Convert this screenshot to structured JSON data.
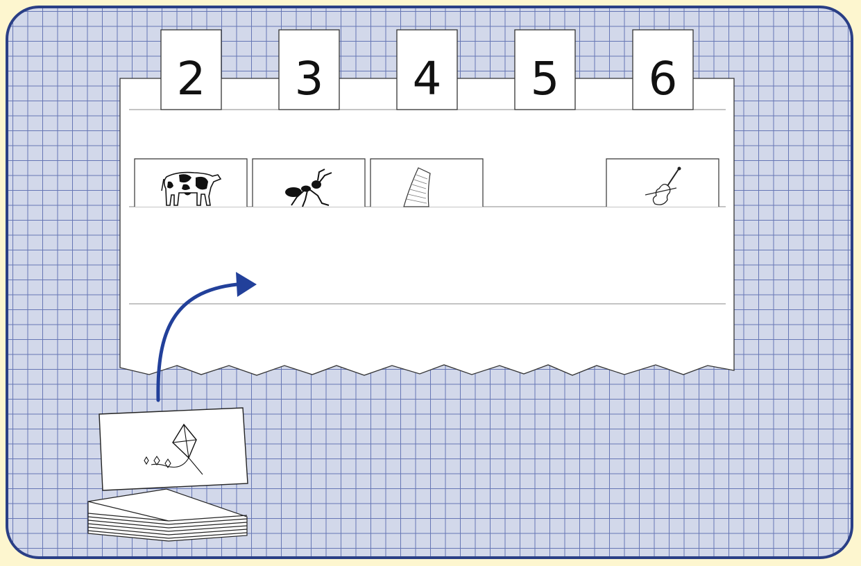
{
  "chart": {
    "title": "",
    "columns": [
      {
        "number": "2",
        "card_icon": "cow-icon"
      },
      {
        "number": "3",
        "card_icon": "ant-icon"
      },
      {
        "number": "4",
        "card_icon": "paper-icon"
      },
      {
        "number": "5",
        "card_icon": ""
      },
      {
        "number": "6",
        "card_icon": "violin-icon"
      }
    ]
  },
  "deck": {
    "top_card_icon": "kite-icon",
    "stack_icon": "card-stack-icon"
  },
  "arrow_icon": "curved-arrow-icon",
  "colors": {
    "board": "#d2d8ea",
    "grid_line": "#6676b4",
    "border": "#2a3f86",
    "arrow": "#22409a",
    "background": "#fdf6cf"
  }
}
